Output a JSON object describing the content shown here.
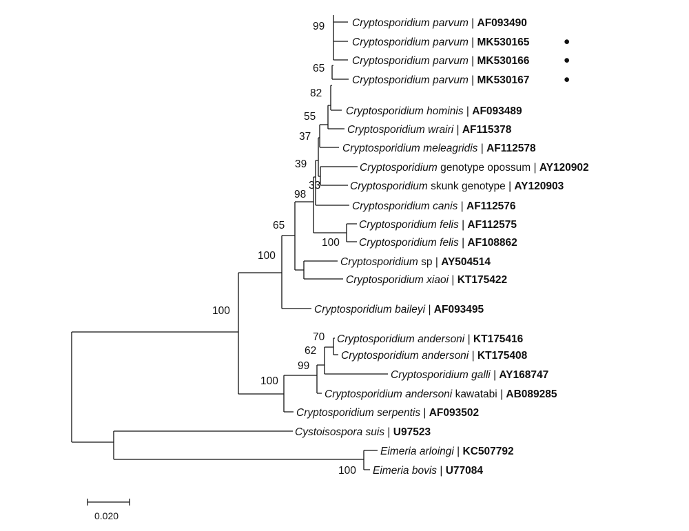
{
  "taxa": [
    {
      "genus": "Cryptosporidium",
      "epithet": "parvum",
      "qualifier": "",
      "accession": "AF093490",
      "marked": false
    },
    {
      "genus": "Cryptosporidium",
      "epithet": "parvum",
      "qualifier": "",
      "accession": "MK530165",
      "marked": true
    },
    {
      "genus": "Cryptosporidium",
      "epithet": "parvum",
      "qualifier": "",
      "accession": "MK530166",
      "marked": true
    },
    {
      "genus": "Cryptosporidium",
      "epithet": "parvum",
      "qualifier": "",
      "accession": "MK530167",
      "marked": true
    },
    {
      "genus": "Cryptosporidium",
      "epithet": "hominis",
      "qualifier": "",
      "accession": "AF093489",
      "marked": false
    },
    {
      "genus": "Cryptosporidium",
      "epithet": "wrairi",
      "qualifier": "",
      "accession": "AF115378",
      "marked": false
    },
    {
      "genus": "Cryptosporidium",
      "epithet": "meleagridis",
      "qualifier": "",
      "accession": "AF112578",
      "marked": false
    },
    {
      "genus": "Cryptosporidium",
      "epithet": "",
      "qualifier": "genotype opossum",
      "accession": "AY120902",
      "marked": false
    },
    {
      "genus": "Cryptosporidium",
      "epithet": "",
      "qualifier": "skunk genotype",
      "accession": "AY120903",
      "marked": false
    },
    {
      "genus": "Cryptosporidium",
      "epithet": "canis",
      "qualifier": "",
      "accession": "AF112576",
      "marked": false
    },
    {
      "genus": "Cryptosporidium",
      "epithet": "felis",
      "qualifier": "",
      "accession": "AF112575",
      "marked": false
    },
    {
      "genus": "Cryptosporidium",
      "epithet": "felis",
      "qualifier": "",
      "accession": "AF108862",
      "marked": false
    },
    {
      "genus": "Cryptosporidium",
      "epithet": "",
      "qualifier": "sp",
      "accession": "AY504514",
      "marked": false
    },
    {
      "genus": "Cryptosporidium",
      "epithet": "xiaoi",
      "qualifier": "",
      "accession": "KT175422",
      "marked": false
    },
    {
      "genus": "Cryptosporidium",
      "epithet": "baileyi",
      "qualifier": "",
      "accession": "AF093495",
      "marked": false
    },
    {
      "genus": "Cryptosporidium",
      "epithet": "andersoni",
      "qualifier": "",
      "accession": "KT175416",
      "marked": false
    },
    {
      "genus": "Cryptosporidium",
      "epithet": "andersoni",
      "qualifier": "",
      "accession": "KT175408",
      "marked": false
    },
    {
      "genus": "Cryptosporidium",
      "epithet": "galli",
      "qualifier": "",
      "accession": "AY168747",
      "marked": false
    },
    {
      "genus": "Cryptosporidium",
      "epithet": "andersoni",
      "qualifier": "kawatabi",
      "accession": "AB089285",
      "marked": false
    },
    {
      "genus": "Cryptosporidium",
      "epithet": "serpentis",
      "qualifier": "",
      "accession": "AF093502",
      "marked": false
    },
    {
      "genus": "Cystoisospora",
      "epithet": "suis",
      "qualifier": "",
      "accession": "U97523",
      "marked": false
    },
    {
      "genus": "Eimeria",
      "epithet": "arloingi",
      "qualifier": "",
      "accession": "KC507792",
      "marked": false
    },
    {
      "genus": "Eimeria",
      "epithet": "bovis",
      "qualifier": "",
      "accession": "U77084",
      "marked": false
    }
  ],
  "bootstrap": [
    "99",
    "65",
    "82",
    "55",
    "37",
    "39",
    "33",
    "98",
    "100",
    "65",
    "100",
    "100",
    "70",
    "62",
    "99",
    "100",
    "100"
  ],
  "scale_bar": {
    "label": "0.020",
    "value": 0.02
  },
  "separator": "|",
  "marker_symbol": "●"
}
